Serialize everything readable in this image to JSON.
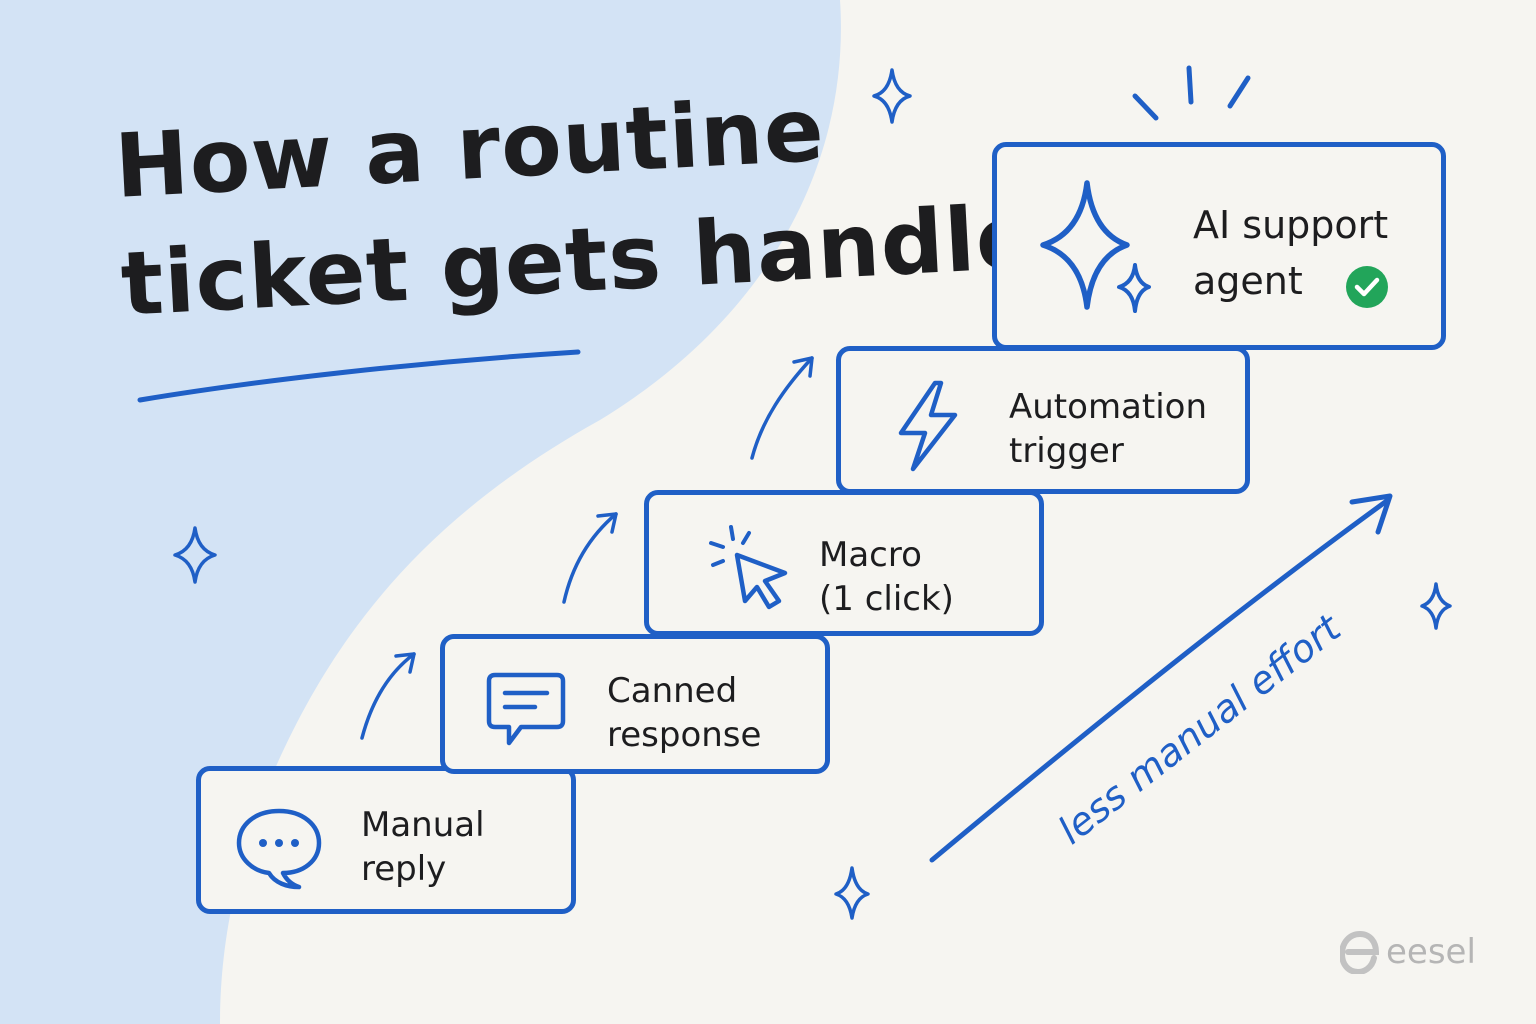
{
  "title": {
    "line1": "How a routine",
    "line2": "ticket gets handled"
  },
  "steps": [
    {
      "line1": "Manual",
      "line2": "reply",
      "icon": "speech-bubble-dots-icon"
    },
    {
      "line1": "Canned",
      "line2": "response",
      "icon": "message-lines-icon"
    },
    {
      "line1": "Macro",
      "line2": "(1 click)",
      "icon": "cursor-click-icon"
    },
    {
      "line1": "Automation",
      "line2": "trigger",
      "icon": "lightning-bolt-icon"
    },
    {
      "line1": "AI support",
      "line2": "agent",
      "icon": "sparkle-icon"
    }
  ],
  "effort_label": "less manual effort",
  "logo_text": "eesel",
  "colors": {
    "accent": "#1f5fc6",
    "blob": "#d3e3f5",
    "background": "#f6f5f1",
    "check": "#22a55a",
    "text": "#1d1d1f",
    "logo": "#b5b5b5"
  }
}
